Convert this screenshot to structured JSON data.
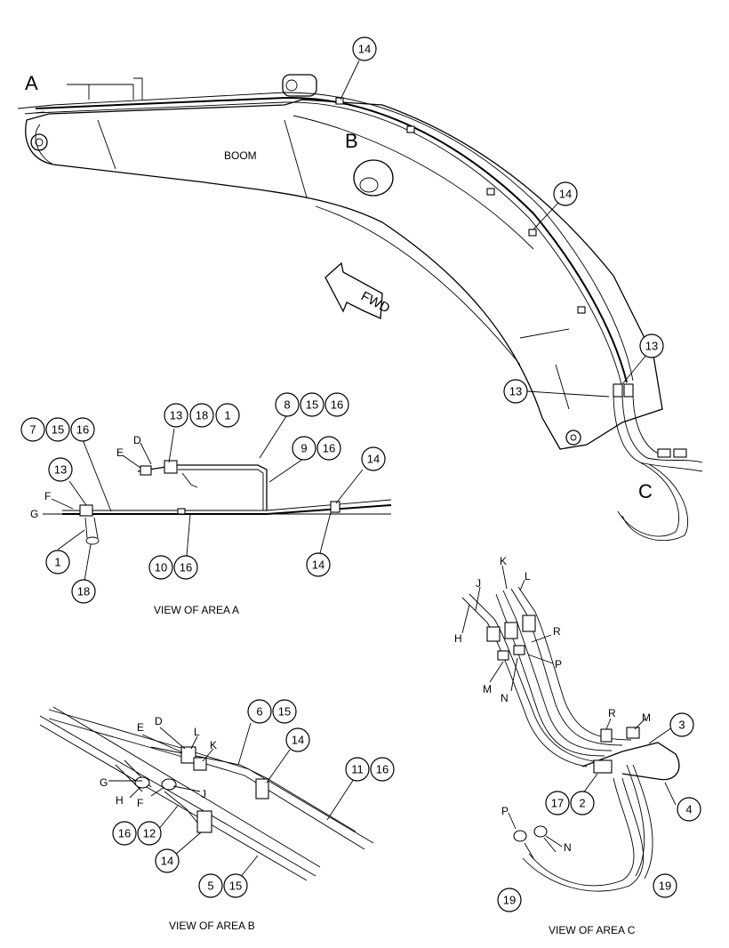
{
  "area_letters": {
    "a": "A",
    "b": "B",
    "c": "C"
  },
  "boom_label": "BOOM",
  "fwd_label": "FWD",
  "captions": {
    "area_a": "VIEW OF AREA A",
    "area_b": "VIEW OF AREA B",
    "area_c": "VIEW OF AREA C"
  },
  "callouts": {
    "main": [
      "14",
      "14",
      "13",
      "13"
    ],
    "area_a": [
      "13",
      "18",
      "1",
      "8",
      "15",
      "16",
      "7",
      "15",
      "16",
      "9",
      "16",
      "14",
      "13",
      "1",
      "18",
      "10",
      "16",
      "14"
    ],
    "area_b": [
      "6",
      "15",
      "14",
      "11",
      "16",
      "16",
      "12",
      "14",
      "5",
      "15"
    ],
    "area_c": [
      "3",
      "17",
      "2",
      "4",
      "19",
      "19"
    ]
  },
  "letters": {
    "area_a": [
      "D",
      "E",
      "F",
      "G"
    ],
    "area_b": [
      "E",
      "D",
      "L",
      "K",
      "G",
      "H",
      "F",
      "J"
    ],
    "area_c": [
      "K",
      "J",
      "L",
      "H",
      "R",
      "P",
      "M",
      "N",
      "R",
      "M",
      "P",
      "N"
    ]
  }
}
